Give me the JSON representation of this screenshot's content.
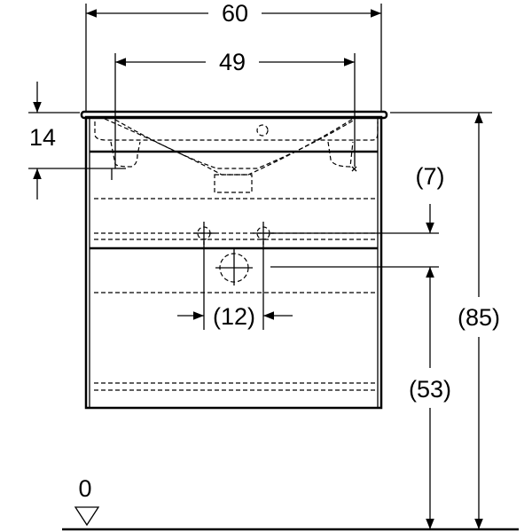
{
  "dimensions": {
    "width_total": "60",
    "basin_width": "49",
    "top_offset": "14",
    "tap_offset": "(7)",
    "drain_spacing": "(12)",
    "total_height": "(85)",
    "drain_height": "(53)",
    "floor_level": "0"
  }
}
